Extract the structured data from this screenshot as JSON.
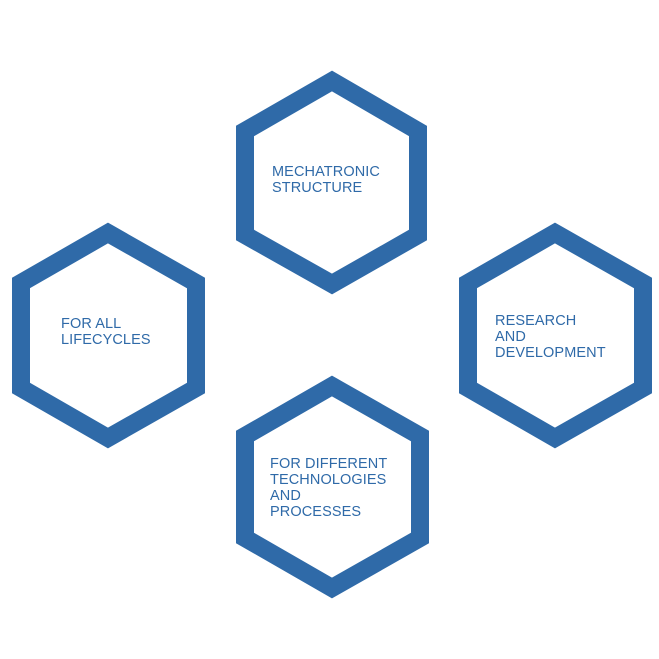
{
  "colors": {
    "hex_stroke": "#2f6aa8",
    "text": "#2f6aa8",
    "background": "#ffffff"
  },
  "nodes": [
    {
      "id": "mechatronic-structure",
      "lines": [
        "MECHATRONIC",
        "STRUCTURE"
      ]
    },
    {
      "id": "for-all-lifecycles",
      "lines": [
        "FOR ALL",
        "LIFECYCLES"
      ]
    },
    {
      "id": "research-and-development",
      "lines": [
        "RESEARCH",
        "AND",
        "DEVELOPMENT"
      ]
    },
    {
      "id": "for-different-technologies",
      "lines": [
        "FOR DIFFERENT",
        "TECHNOLOGIES",
        "AND",
        "PROCESSES"
      ]
    }
  ]
}
